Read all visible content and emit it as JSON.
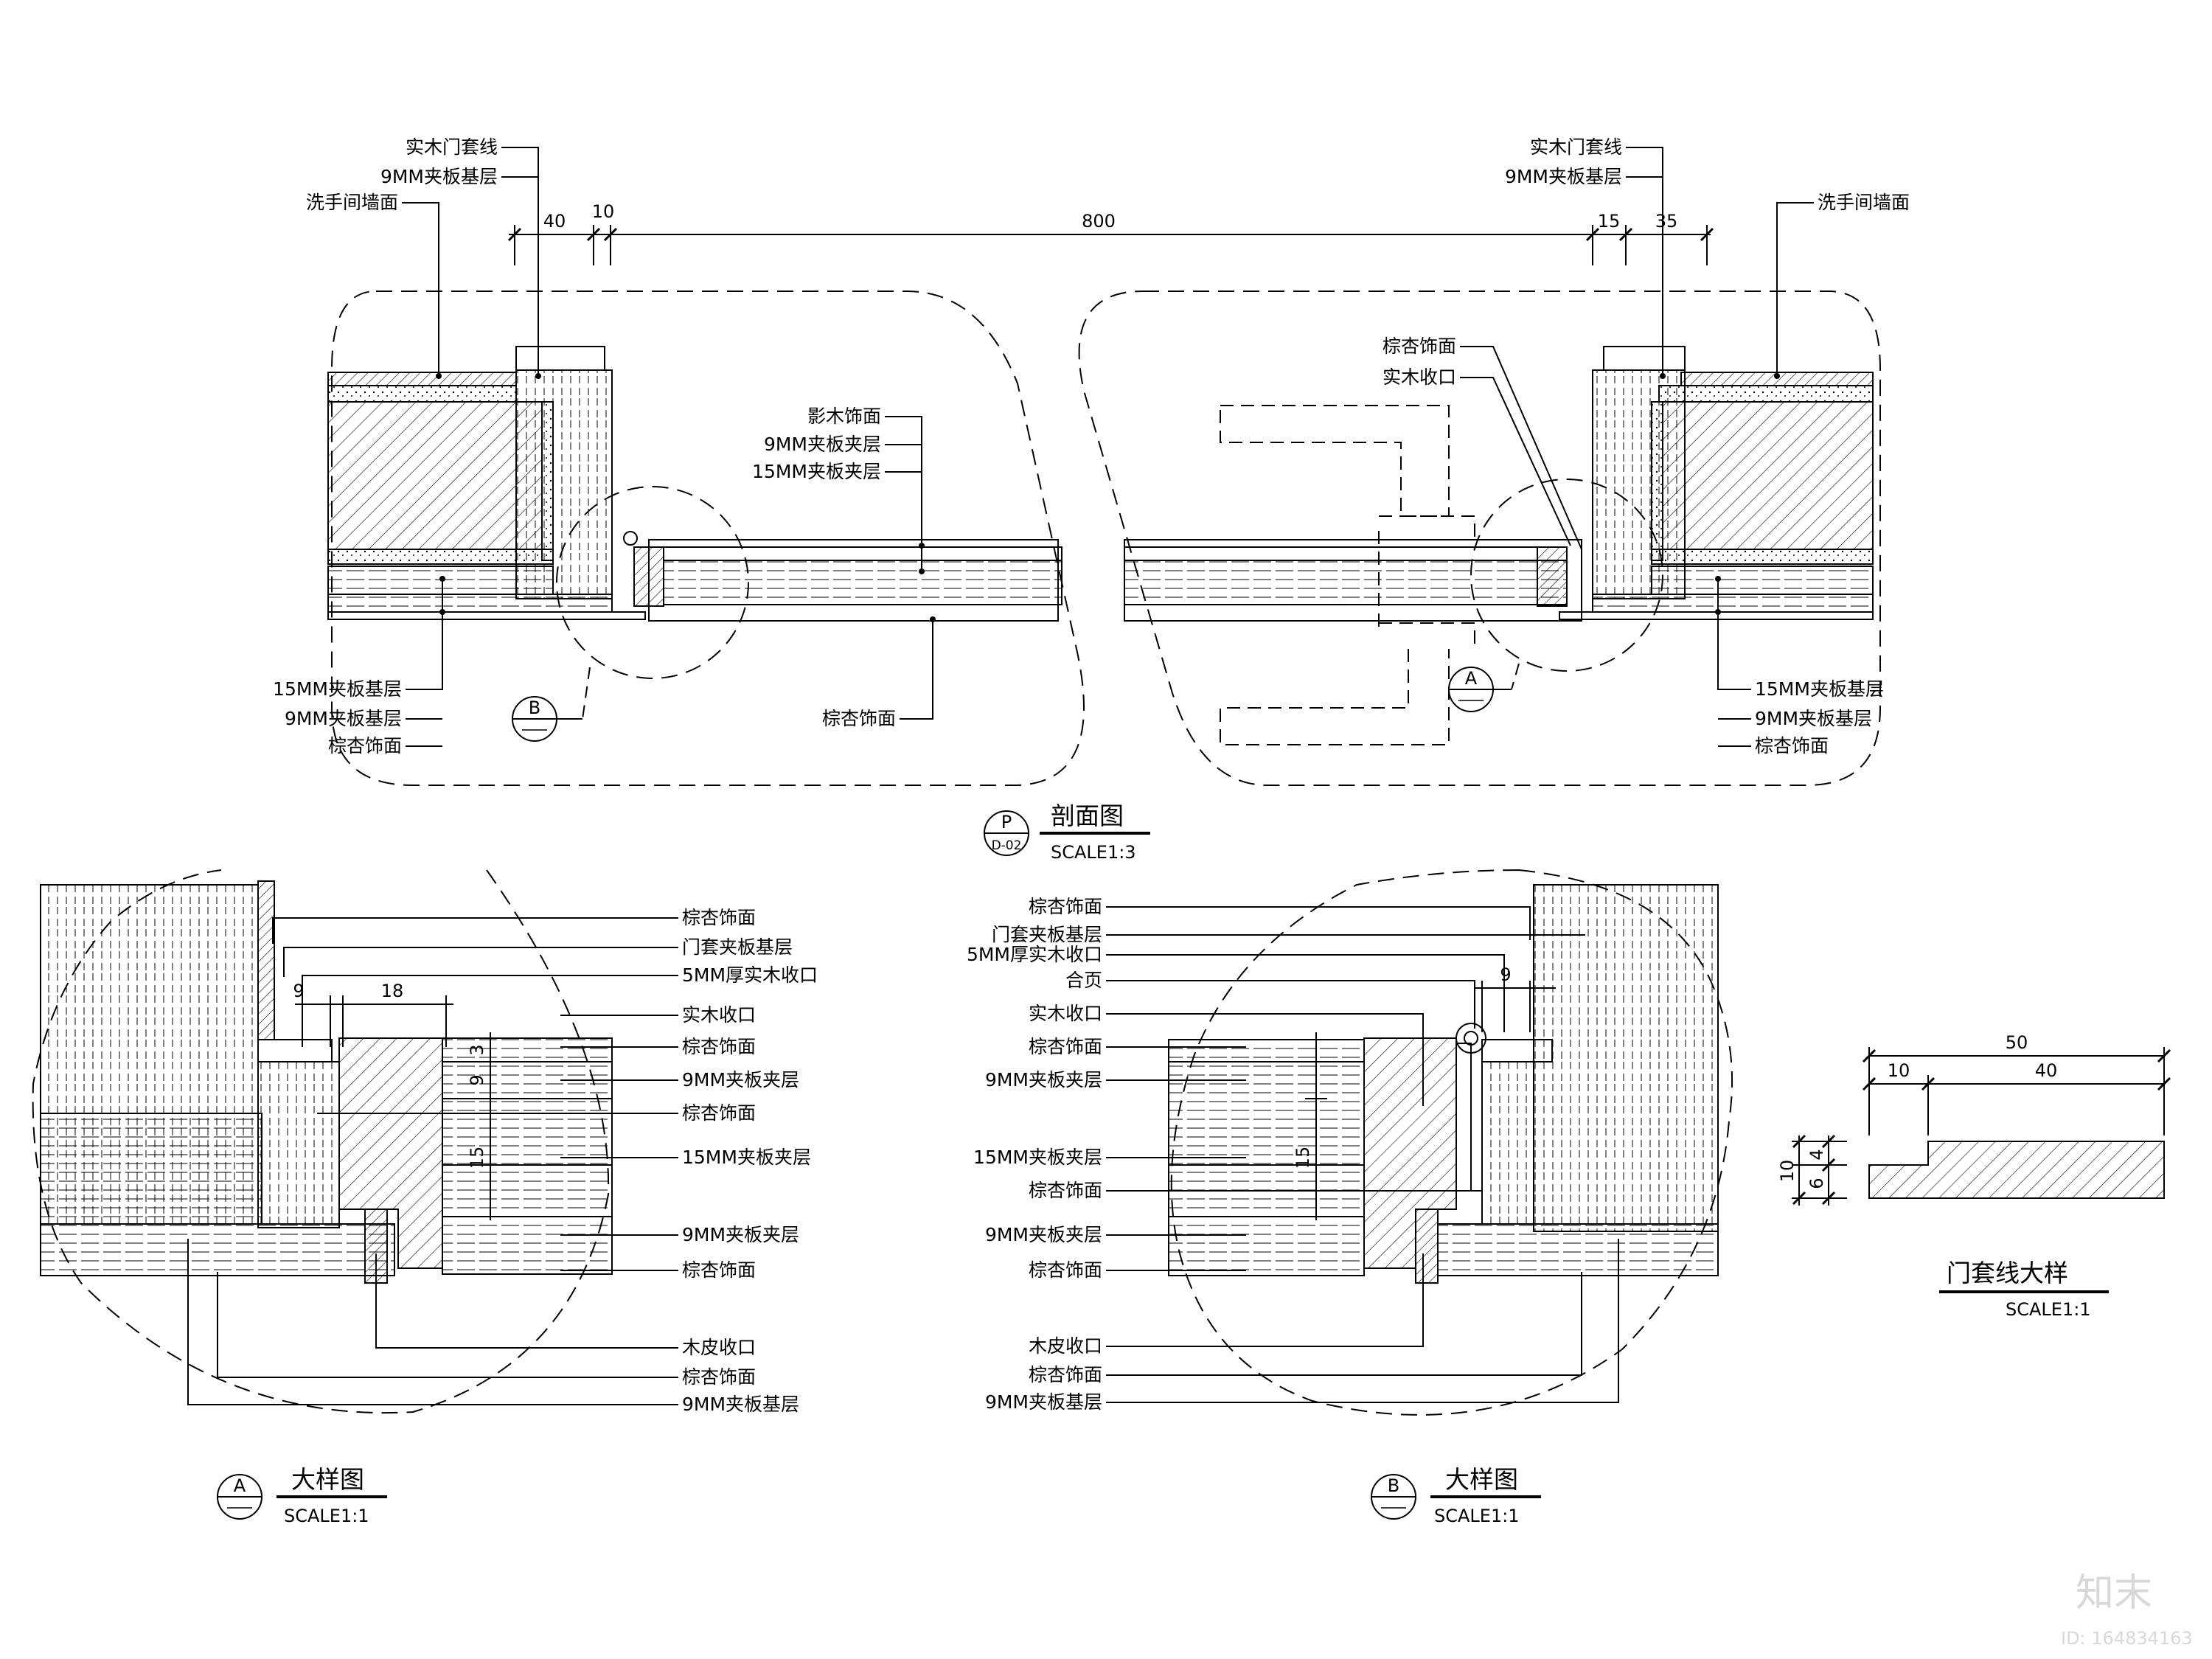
{
  "section": {
    "title": "剖面图",
    "scale": "SCALE1:3",
    "marker_letter": "P",
    "marker_ref": "D-02",
    "left_top_labels": [
      "实木门套线",
      "9MM夹板基层",
      "洗手间墙面"
    ],
    "left_mid_labels": [
      "影木饰面",
      "9MM夹板夹层",
      "15MM夹板夹层"
    ],
    "left_bottom_labels": [
      "15MM夹板基层",
      "9MM夹板基层",
      "棕杏饰面"
    ],
    "left_bottom_right_label": "棕杏饰面",
    "right_top_labels": [
      "实木门套线",
      "9MM夹板基层"
    ],
    "right_wall_label": "洗手间墙面",
    "right_mid_labels": [
      "棕杏饰面",
      "实木收口"
    ],
    "right_bottom_labels": [
      "15MM夹板基层",
      "9MM夹板基层",
      "棕杏饰面"
    ],
    "dims": [
      "40",
      "10",
      "800",
      "15",
      "35"
    ],
    "callout_a": "A",
    "callout_b": "B"
  },
  "detail_a": {
    "title": "大样图",
    "scale": "SCALE1:1",
    "marker": "A",
    "labels": [
      "棕杏饰面",
      "门套夹板基层",
      "5MM厚实木收口",
      "实木收口",
      "棕杏饰面",
      "9MM夹板夹层",
      "棕杏饰面",
      "15MM夹板夹层",
      "9MM夹板夹层",
      "棕杏饰面",
      "木皮收口",
      "棕杏饰面",
      "9MM夹板基层"
    ],
    "dims": [
      "9",
      "18",
      "3",
      "9",
      "15"
    ]
  },
  "detail_b": {
    "title": "大样图",
    "scale": "SCALE1:1",
    "marker": "B",
    "labels": [
      "棕杏饰面",
      "门套夹板基层",
      "5MM厚实木收口",
      "合页",
      "实木收口",
      "棕杏饰面",
      "9MM夹板夹层",
      "15MM夹板夹层",
      "棕杏饰面",
      "9MM夹板夹层",
      "棕杏饰面",
      "木皮收口",
      "棕杏饰面",
      "9MM夹板基层"
    ],
    "dims": [
      "9",
      "15"
    ]
  },
  "casing_detail": {
    "title": "门套线大样",
    "scale": "SCALE1:1",
    "dims": [
      "50",
      "10",
      "40",
      "10",
      "6",
      "4"
    ]
  },
  "watermark": {
    "logo_text": "知末",
    "id_text": "ID: 164834163"
  }
}
